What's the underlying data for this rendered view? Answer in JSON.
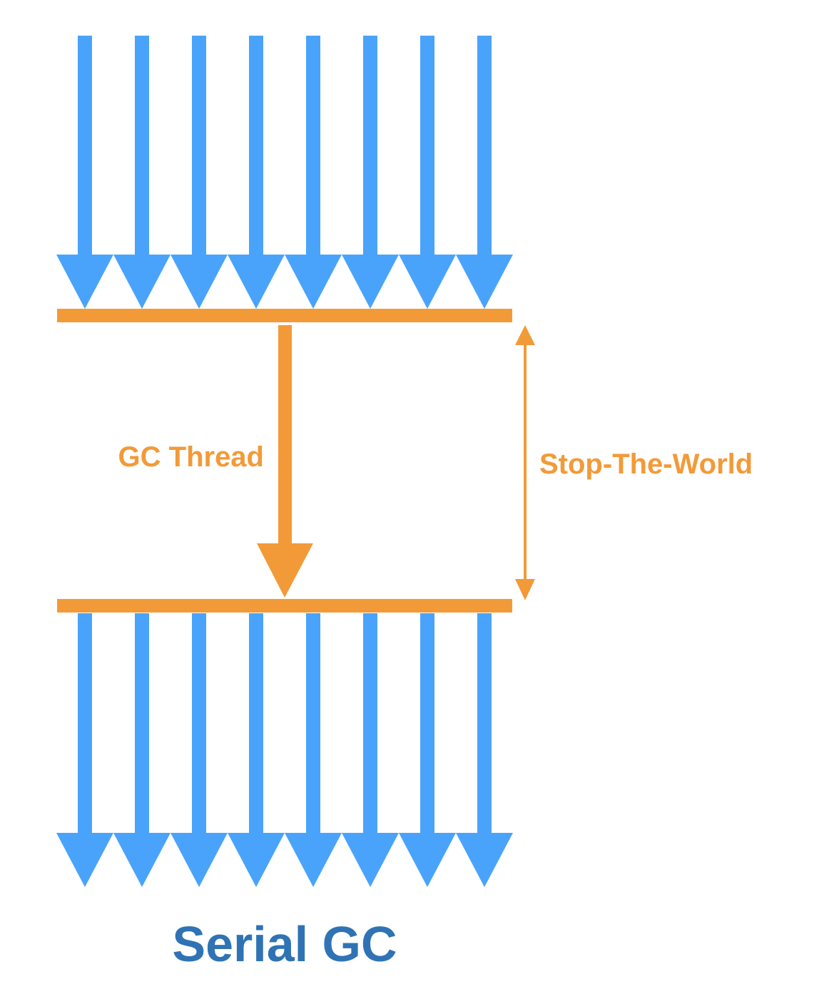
{
  "labels": {
    "gc_thread": "GC Thread",
    "stop_the_world": "Stop-The-World",
    "title": "Serial GC"
  },
  "colors": {
    "application_thread": "#4aa3fb",
    "gc": "#f29a38",
    "title": "#2f73b5"
  },
  "diagram": {
    "application_thread_count": 8
  }
}
